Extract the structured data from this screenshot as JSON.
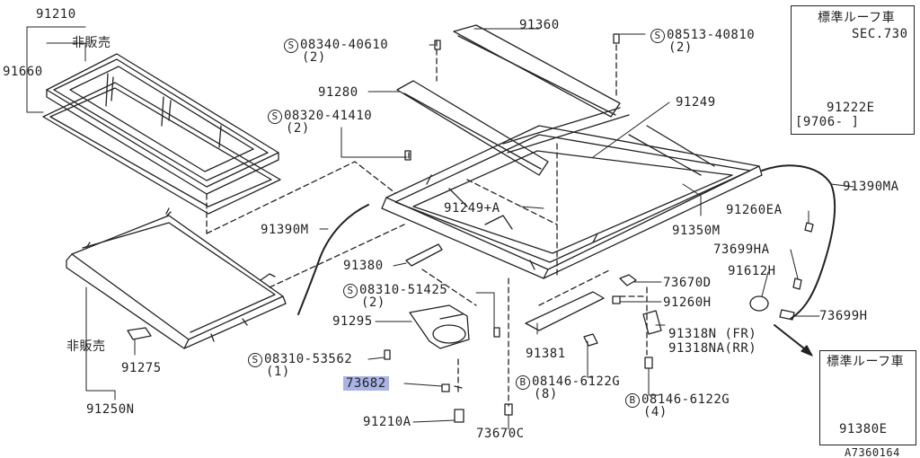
{
  "labels": {
    "p91210": "91210",
    "nonsale_top": "非販売",
    "p91660": "91660",
    "p91390m": "91390M",
    "nonsale_bottom": "非販売",
    "p91275": "91275",
    "p91250n": "91250N",
    "s08340": "08340-40610",
    "s08340_qty": "(2)",
    "p91280": "91280",
    "s08320": "08320-41410",
    "s08320_qty": "(2)",
    "p91360": "91360",
    "s08513": "08513-40810",
    "s08513_qty": "(2)",
    "p91249": "91249",
    "p91249a": "91249+A",
    "p91380": "91380",
    "s08310a": "08310-51425",
    "s08310a_qty": "(2)",
    "p91295": "91295",
    "s08310b": "08310-53562",
    "s08310b_qty": "(1)",
    "p73682": "73682",
    "p91210a": "91210A",
    "p73670c": "73670C",
    "p91381": "91381",
    "b08146a": "08146-6122G",
    "b08146a_qty": "(8)",
    "b08146b": "08146-6122G",
    "b08146b_qty": "(4)",
    "p73670d": "73670D",
    "p91260h": "91260H",
    "p91318n": "91318N (FR)",
    "p91318na": "91318NA(RR)",
    "p91350m": "91350M",
    "p91260ea": "91260EA",
    "p73699ha": "73699HA",
    "p91612h": "91612H",
    "p73699h": "73699H",
    "p91390ma": "91390MA",
    "diagram_code": "A7360164"
  },
  "symbols": {
    "s": "S",
    "b": "B"
  },
  "inset_top": {
    "title": "標準ルーフ車",
    "sec": "SEC.730",
    "part": "91222E",
    "date": "[9706-     ]"
  },
  "inset_bottom": {
    "title": "標準ルーフ車",
    "part": "91380E"
  },
  "highlight_color": "#aab3e6"
}
